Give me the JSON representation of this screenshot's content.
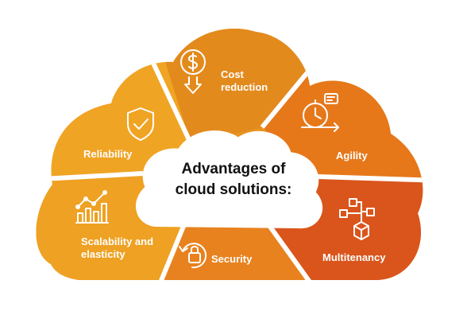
{
  "title": "Advantages of\ncloud solutions:",
  "segments": [
    {
      "id": "cost",
      "label": "Cost\nreduction",
      "icon": "dollar-down-icon",
      "color": "#e38a1d"
    },
    {
      "id": "agility",
      "label": "Agility",
      "icon": "stopwatch-icon",
      "color": "#e6781a"
    },
    {
      "id": "multitenancy",
      "label": "Multitenancy",
      "icon": "network-cube-icon",
      "color": "#d9551c"
    },
    {
      "id": "security",
      "label": "Security",
      "icon": "lock-refresh-icon",
      "color": "#e8821f"
    },
    {
      "id": "scalability",
      "label": "Scalability and\nelasticity",
      "icon": "bar-chart-growth-icon",
      "color": "#eea122"
    },
    {
      "id": "reliability",
      "label": "Reliability",
      "icon": "shield-check-icon",
      "color": "#f0a424"
    }
  ]
}
